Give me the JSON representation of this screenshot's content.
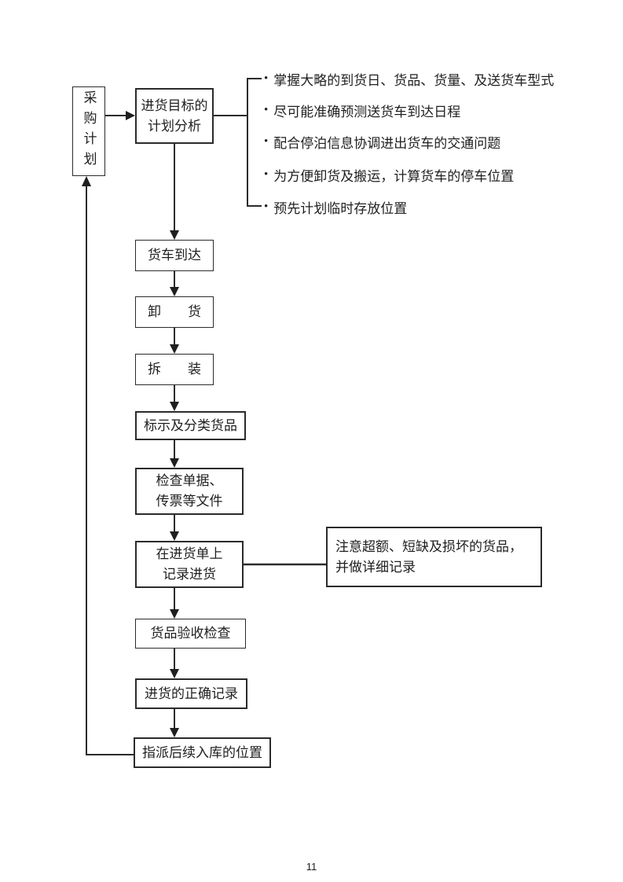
{
  "page": {
    "number": "11",
    "line_color": "#2b2b2b"
  },
  "flow": {
    "start_box": {
      "label": "采购计划"
    },
    "boxes": [
      {
        "id": "analysis",
        "label": "进货目标的\n计划分析"
      },
      {
        "id": "truck-arrival",
        "label": "货车到达"
      },
      {
        "id": "unload",
        "label": "卸　　货"
      },
      {
        "id": "unpack",
        "label": "拆　　装"
      },
      {
        "id": "classify",
        "label": "标示及分类货品"
      },
      {
        "id": "check-documents",
        "label": "检查单据、\n传票等文件"
      },
      {
        "id": "record-receipt",
        "label": "在进货单上\n记录进货"
      },
      {
        "id": "inspection",
        "label": "货品验收检查"
      },
      {
        "id": "correct-record",
        "label": "进货的正确记录"
      },
      {
        "id": "assign-location",
        "label": "指派后续入库的位置"
      }
    ],
    "note_box": {
      "label": "注意超额、短缺及损坏的货品，\n并做详细记录"
    },
    "bullet_glyph": "•",
    "bullets": [
      "掌握大略的到货日、货品、货量、及送货车型式",
      "尽可能准确预测送货车到达日程",
      "配合停泊信息协调进出货车的交通问题",
      "为方便卸货及搬运，计算货车的停车位置",
      "预先计划临时存放位置"
    ]
  }
}
